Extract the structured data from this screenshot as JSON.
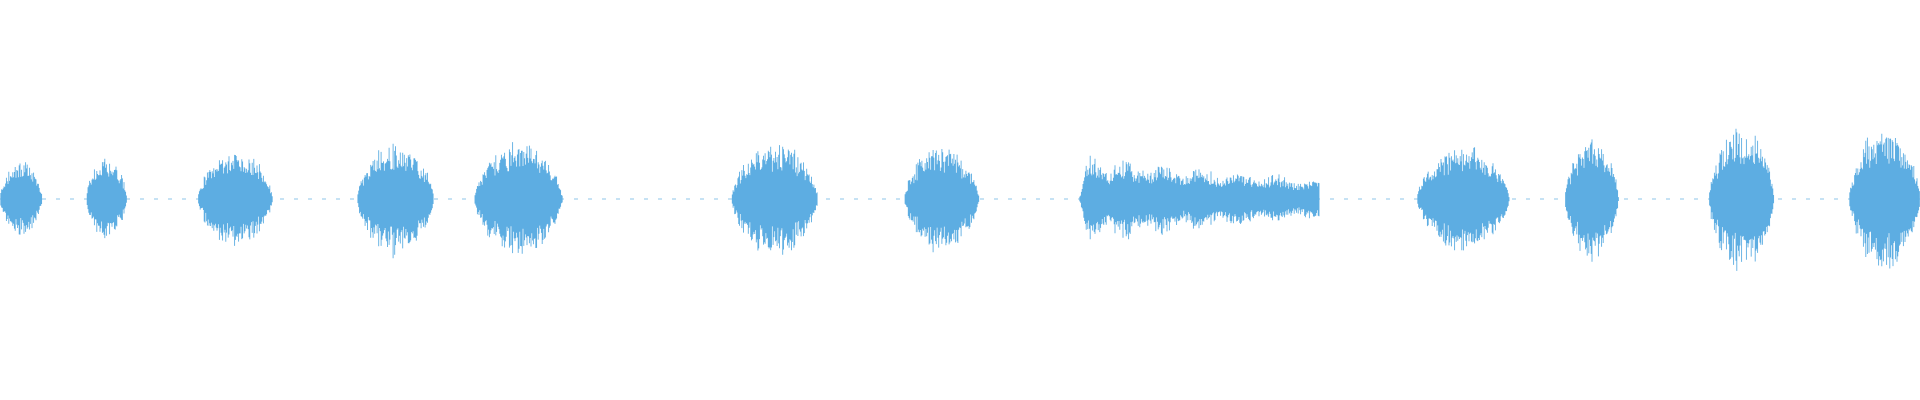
{
  "waveform": {
    "color": "#5DADE2",
    "background": "#FFFFFF",
    "baseline_visible": true,
    "segments": [
      {
        "start": 0.0,
        "end": 0.022,
        "peak": 0.1,
        "shape": "bell"
      },
      {
        "start": 0.045,
        "end": 0.066,
        "peak": 0.11,
        "shape": "bell"
      },
      {
        "start": 0.103,
        "end": 0.142,
        "peak": 0.13,
        "shape": "bell"
      },
      {
        "start": 0.186,
        "end": 0.226,
        "peak": 0.15,
        "shape": "bell"
      },
      {
        "start": 0.247,
        "end": 0.293,
        "peak": 0.15,
        "shape": "bell"
      },
      {
        "start": 0.381,
        "end": 0.426,
        "peak": 0.15,
        "shape": "bell"
      },
      {
        "start": 0.471,
        "end": 0.51,
        "peak": 0.14,
        "shape": "bell"
      },
      {
        "start": 0.562,
        "end": 0.687,
        "peak": 0.12,
        "shape": "decay"
      },
      {
        "start": 0.738,
        "end": 0.786,
        "peak": 0.14,
        "shape": "bell"
      },
      {
        "start": 0.815,
        "end": 0.843,
        "peak": 0.16,
        "shape": "bell"
      },
      {
        "start": 0.89,
        "end": 0.924,
        "peak": 0.19,
        "shape": "bell"
      },
      {
        "start": 0.963,
        "end": 1.0,
        "peak": 0.19,
        "shape": "bell"
      }
    ]
  }
}
